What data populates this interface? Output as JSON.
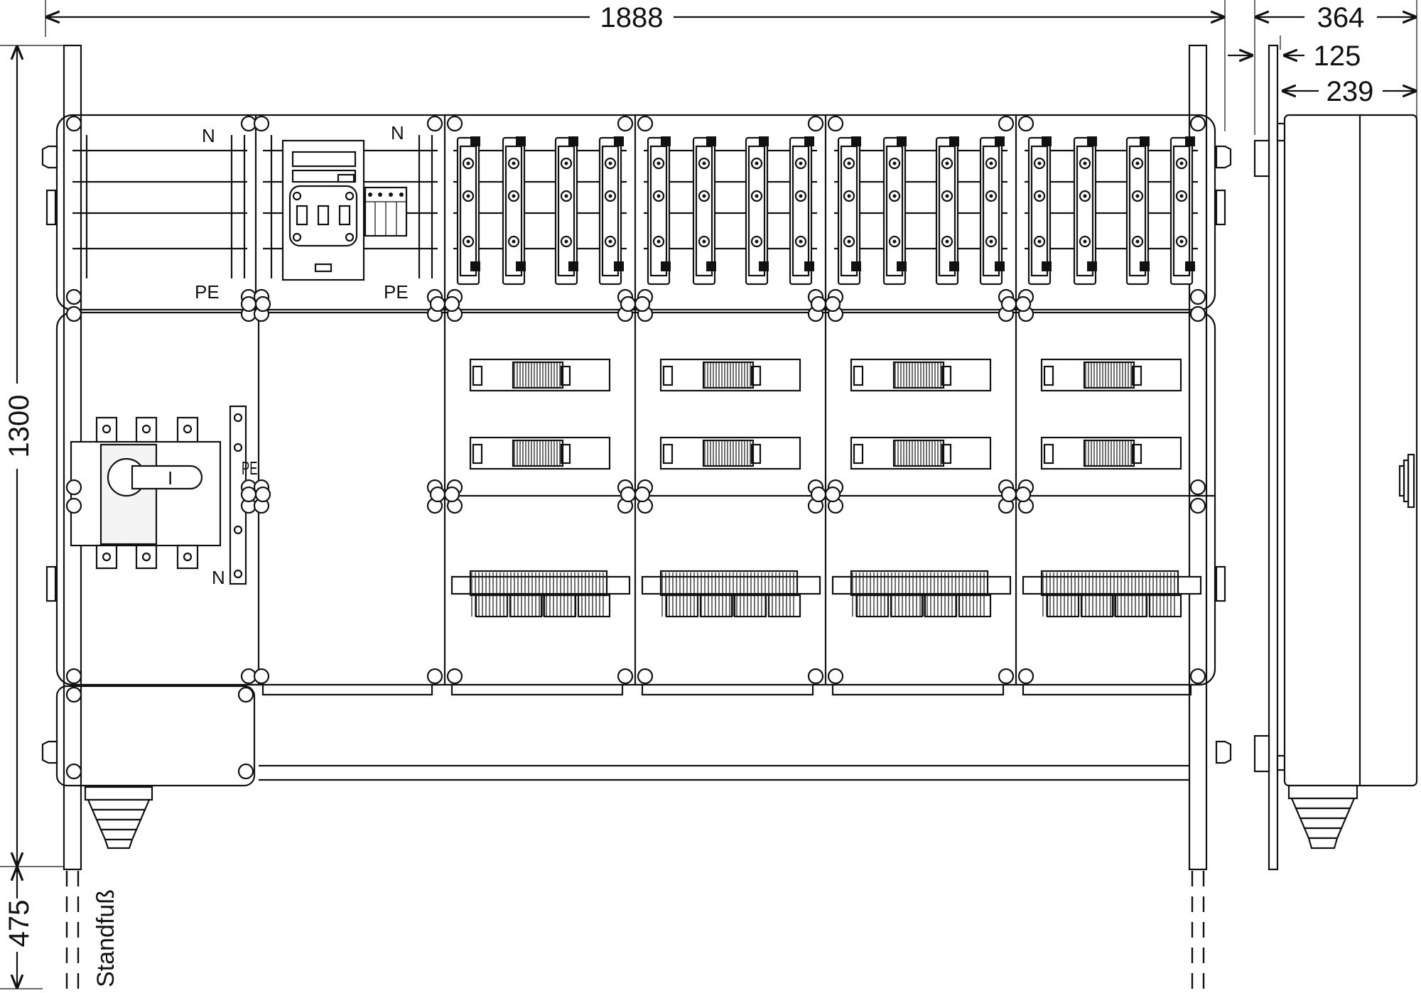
{
  "dimensions": {
    "total_width": "1888",
    "total_height": "1300",
    "stand_foot_height": "475",
    "depth_total": "364",
    "depth_base": "125",
    "depth_housing": "239"
  },
  "labels": {
    "n_1": "N",
    "n_2": "N",
    "n_3": "N",
    "pe_1": "PE",
    "pe_2": "PE",
    "pe_3": "PE",
    "switch_position": "I",
    "stand_foot": "Standfuß"
  }
}
